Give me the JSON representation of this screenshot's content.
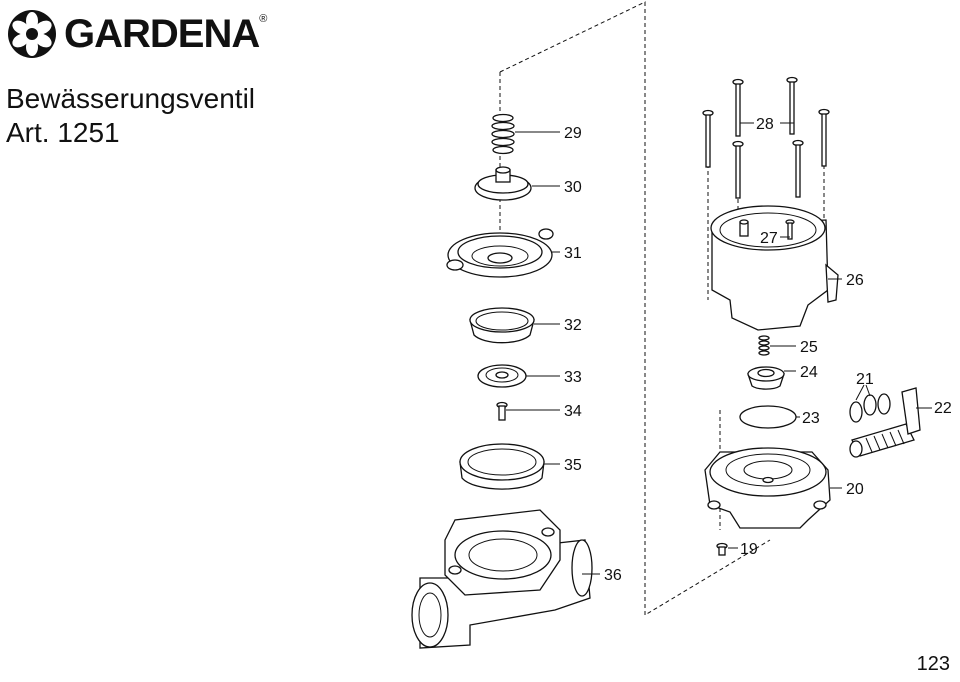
{
  "brand": {
    "name": "GARDENA",
    "registered": "®"
  },
  "title": {
    "line1": "Bewässerungsventil",
    "line2": "Art. 1251"
  },
  "page_number": "123",
  "part_numbers": {
    "p19": "19",
    "p20": "20",
    "p21": "21",
    "p22": "22",
    "p23": "23",
    "p24": "24",
    "p25": "25",
    "p26": "26",
    "p27": "27",
    "p28": "28",
    "p29": "29",
    "p30": "30",
    "p31": "31",
    "p32": "32",
    "p33": "33",
    "p34": "34",
    "p35": "35",
    "p36": "36"
  }
}
